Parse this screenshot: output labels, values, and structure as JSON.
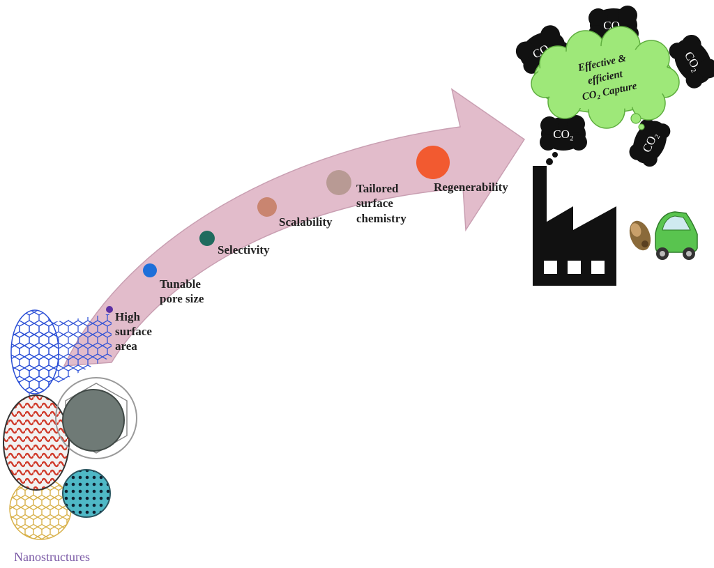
{
  "diagram": {
    "colors": {
      "arrow": "#e2bccb",
      "arrow_edge": "#c99fb2",
      "cloud_green": "#9ee879",
      "smoke": "#111111",
      "factory": "#111111",
      "car": "#59c44f",
      "nano_label": "#7b5aa6"
    },
    "properties": [
      {
        "label_lines": [
          "High",
          "surface",
          "area"
        ],
        "dot_color": "#5b2fa3"
      },
      {
        "label_lines": [
          "Tunable",
          "pore size"
        ],
        "dot_color": "#1e6fd9"
      },
      {
        "label_lines": [
          "Selectivity"
        ],
        "dot_color": "#1f6b5e"
      },
      {
        "label_lines": [
          "Scalability"
        ],
        "dot_color": "#c98570"
      },
      {
        "label_lines": [
          "Tailored",
          "surface",
          "chemistry"
        ],
        "dot_color": "#b89a94"
      },
      {
        "label_lines": [
          "Regenerability"
        ],
        "dot_color": "#f25a30"
      }
    ],
    "capture_lines": [
      "Effective &",
      "efficient",
      "CO₂ Capture"
    ],
    "co2_label": "CO₂",
    "nanostructures_label": "Nanostructures",
    "icons": [
      "nanotube-icon",
      "factory-icon",
      "car-icon",
      "exhaust-icon",
      "smoke-cloud-icon",
      "thought-cloud-icon"
    ]
  }
}
